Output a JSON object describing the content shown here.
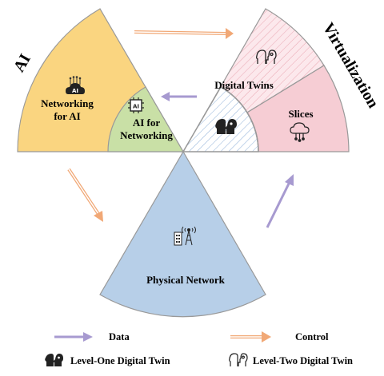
{
  "sectors": {
    "ai": {
      "title": "AI",
      "networking_for_ai": "Networking for AI",
      "ai_for_networking": "AI for Networking"
    },
    "virtualization": {
      "title": "Virtualization",
      "digital_twins": "Digital Twins",
      "slices": "Slices"
    },
    "physical": {
      "title": "Physical Network"
    }
  },
  "legend": {
    "data": "Data",
    "control": "Control",
    "level_one": "Level-One Digital Twin",
    "level_two": "Level-Two Digital Twin"
  },
  "colors": {
    "ai_sector": "#fad580",
    "ai_for_networking": "#c9e0a6",
    "slices": "#f6cdd4",
    "physical": "#b7cfe8",
    "data_arrow": "#a79ad0",
    "control_arrow": "#f1a876"
  },
  "icons": {
    "networking_for_ai": "ai-cloud-icon",
    "ai_for_networking": "ai-chip-icon",
    "level_two_digital_twin": "outline-head-icon",
    "level_one_digital_twin": "filled-head-icon",
    "slices": "cloud-network-icon",
    "physical_network": "base-station-icon"
  }
}
